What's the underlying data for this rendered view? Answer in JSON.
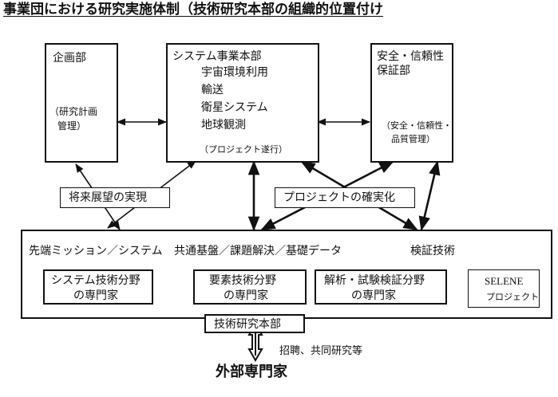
{
  "title": "事業団における研究実施体制（技術研究本部の組織的位置付け",
  "planning": {
    "name": "企画部",
    "detail_line1": "（研究計画",
    "detail_line2": "管理）"
  },
  "systems": {
    "name": "システム事業本部",
    "items": [
      "宇宙環境利用",
      "輸送",
      "衛星システム",
      "地球観測"
    ],
    "detail": "（プロジェクト遂行）"
  },
  "safety": {
    "name_line1": "安全・信頼性",
    "name_line2": "保証部",
    "detail_line1": "（安全・信頼性・",
    "detail_line2": "品質管理）"
  },
  "labels": {
    "future": "将来展望の実現",
    "project": "プロジェクトの確実化"
  },
  "research": {
    "heading_left": "先端ミッション／システム",
    "heading_center": "共通基盤／課題解決／基礎データ",
    "heading_right": "検証技術",
    "expert1_line1": "システム技術分野",
    "expert1_line2": "の専門家",
    "expert2_line1": "要素技術分野",
    "expert2_line2": "の専門家",
    "expert3_line1": "解析・試験検証分野",
    "expert3_line2": "の専門家",
    "selene_line1": "SELENE",
    "selene_line2": "プロジェクト",
    "hq_label": "技術研究本部"
  },
  "external": {
    "relation": "招聘、共同研究等",
    "label": "外部専門家"
  }
}
